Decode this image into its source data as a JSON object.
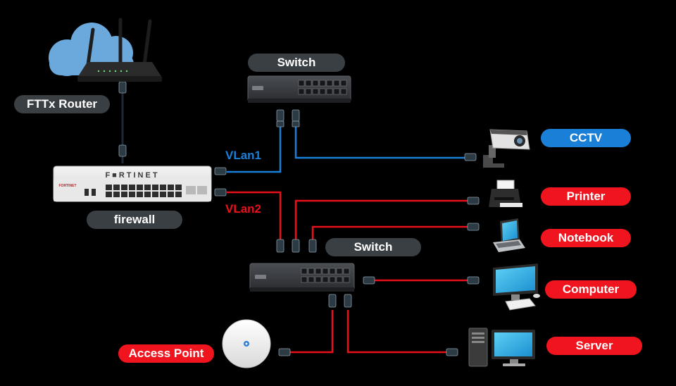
{
  "labels": {
    "fttx_router": "FTTx Router",
    "firewall": "firewall",
    "switch_top": "Switch",
    "switch_bottom": "Switch",
    "vlan1": "VLan1",
    "vlan2": "VLan2",
    "cctv": "CCTV",
    "printer": "Printer",
    "notebook": "Notebook",
    "computer": "Computer",
    "access_point": "Access Point",
    "server": "Server"
  },
  "devices": {
    "firewall_brand": "F■RTINET",
    "firewall_brand_small": "FORTINET"
  },
  "colors": {
    "background": "#000000",
    "label_gray": "#3a3f44",
    "label_blue": "#1a7fd6",
    "label_red": "#f0141e",
    "vlan1_line": "#1a7fd6",
    "vlan2_line": "#e8101a",
    "uplink_line": "#1e2a33",
    "cloud": "#6ba9dc"
  },
  "icons": [
    "cloud-icon",
    "router-icon",
    "firewall-icon",
    "switch-icon",
    "cctv-camera-icon",
    "printer-icon",
    "notebook-icon",
    "computer-icon",
    "access-point-icon",
    "server-icon"
  ]
}
